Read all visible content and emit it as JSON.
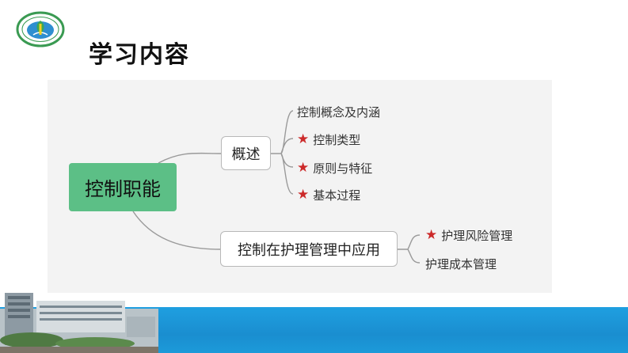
{
  "slide": {
    "title": "学习内容"
  },
  "diagram": {
    "root": "控制职能",
    "branches": [
      {
        "label": "概述",
        "items": [
          {
            "label": "控制概念及内涵",
            "starred": false
          },
          {
            "label": "控制类型",
            "starred": true
          },
          {
            "label": "原则与特征",
            "starred": true
          },
          {
            "label": "基本过程",
            "starred": true
          }
        ]
      },
      {
        "label": "控制在护理管理中应用",
        "items": [
          {
            "label": "护理风险管理",
            "starred": true
          },
          {
            "label": "护理成本管理",
            "starred": false
          }
        ]
      }
    ]
  },
  "icons": {
    "logo": "school-emblem-icon",
    "star": "star-icon"
  },
  "colors": {
    "root_fill": "#5cbf86",
    "star": "#cc2a2a",
    "footer": "#1f9fe0",
    "panel": "#f3f3f3"
  }
}
